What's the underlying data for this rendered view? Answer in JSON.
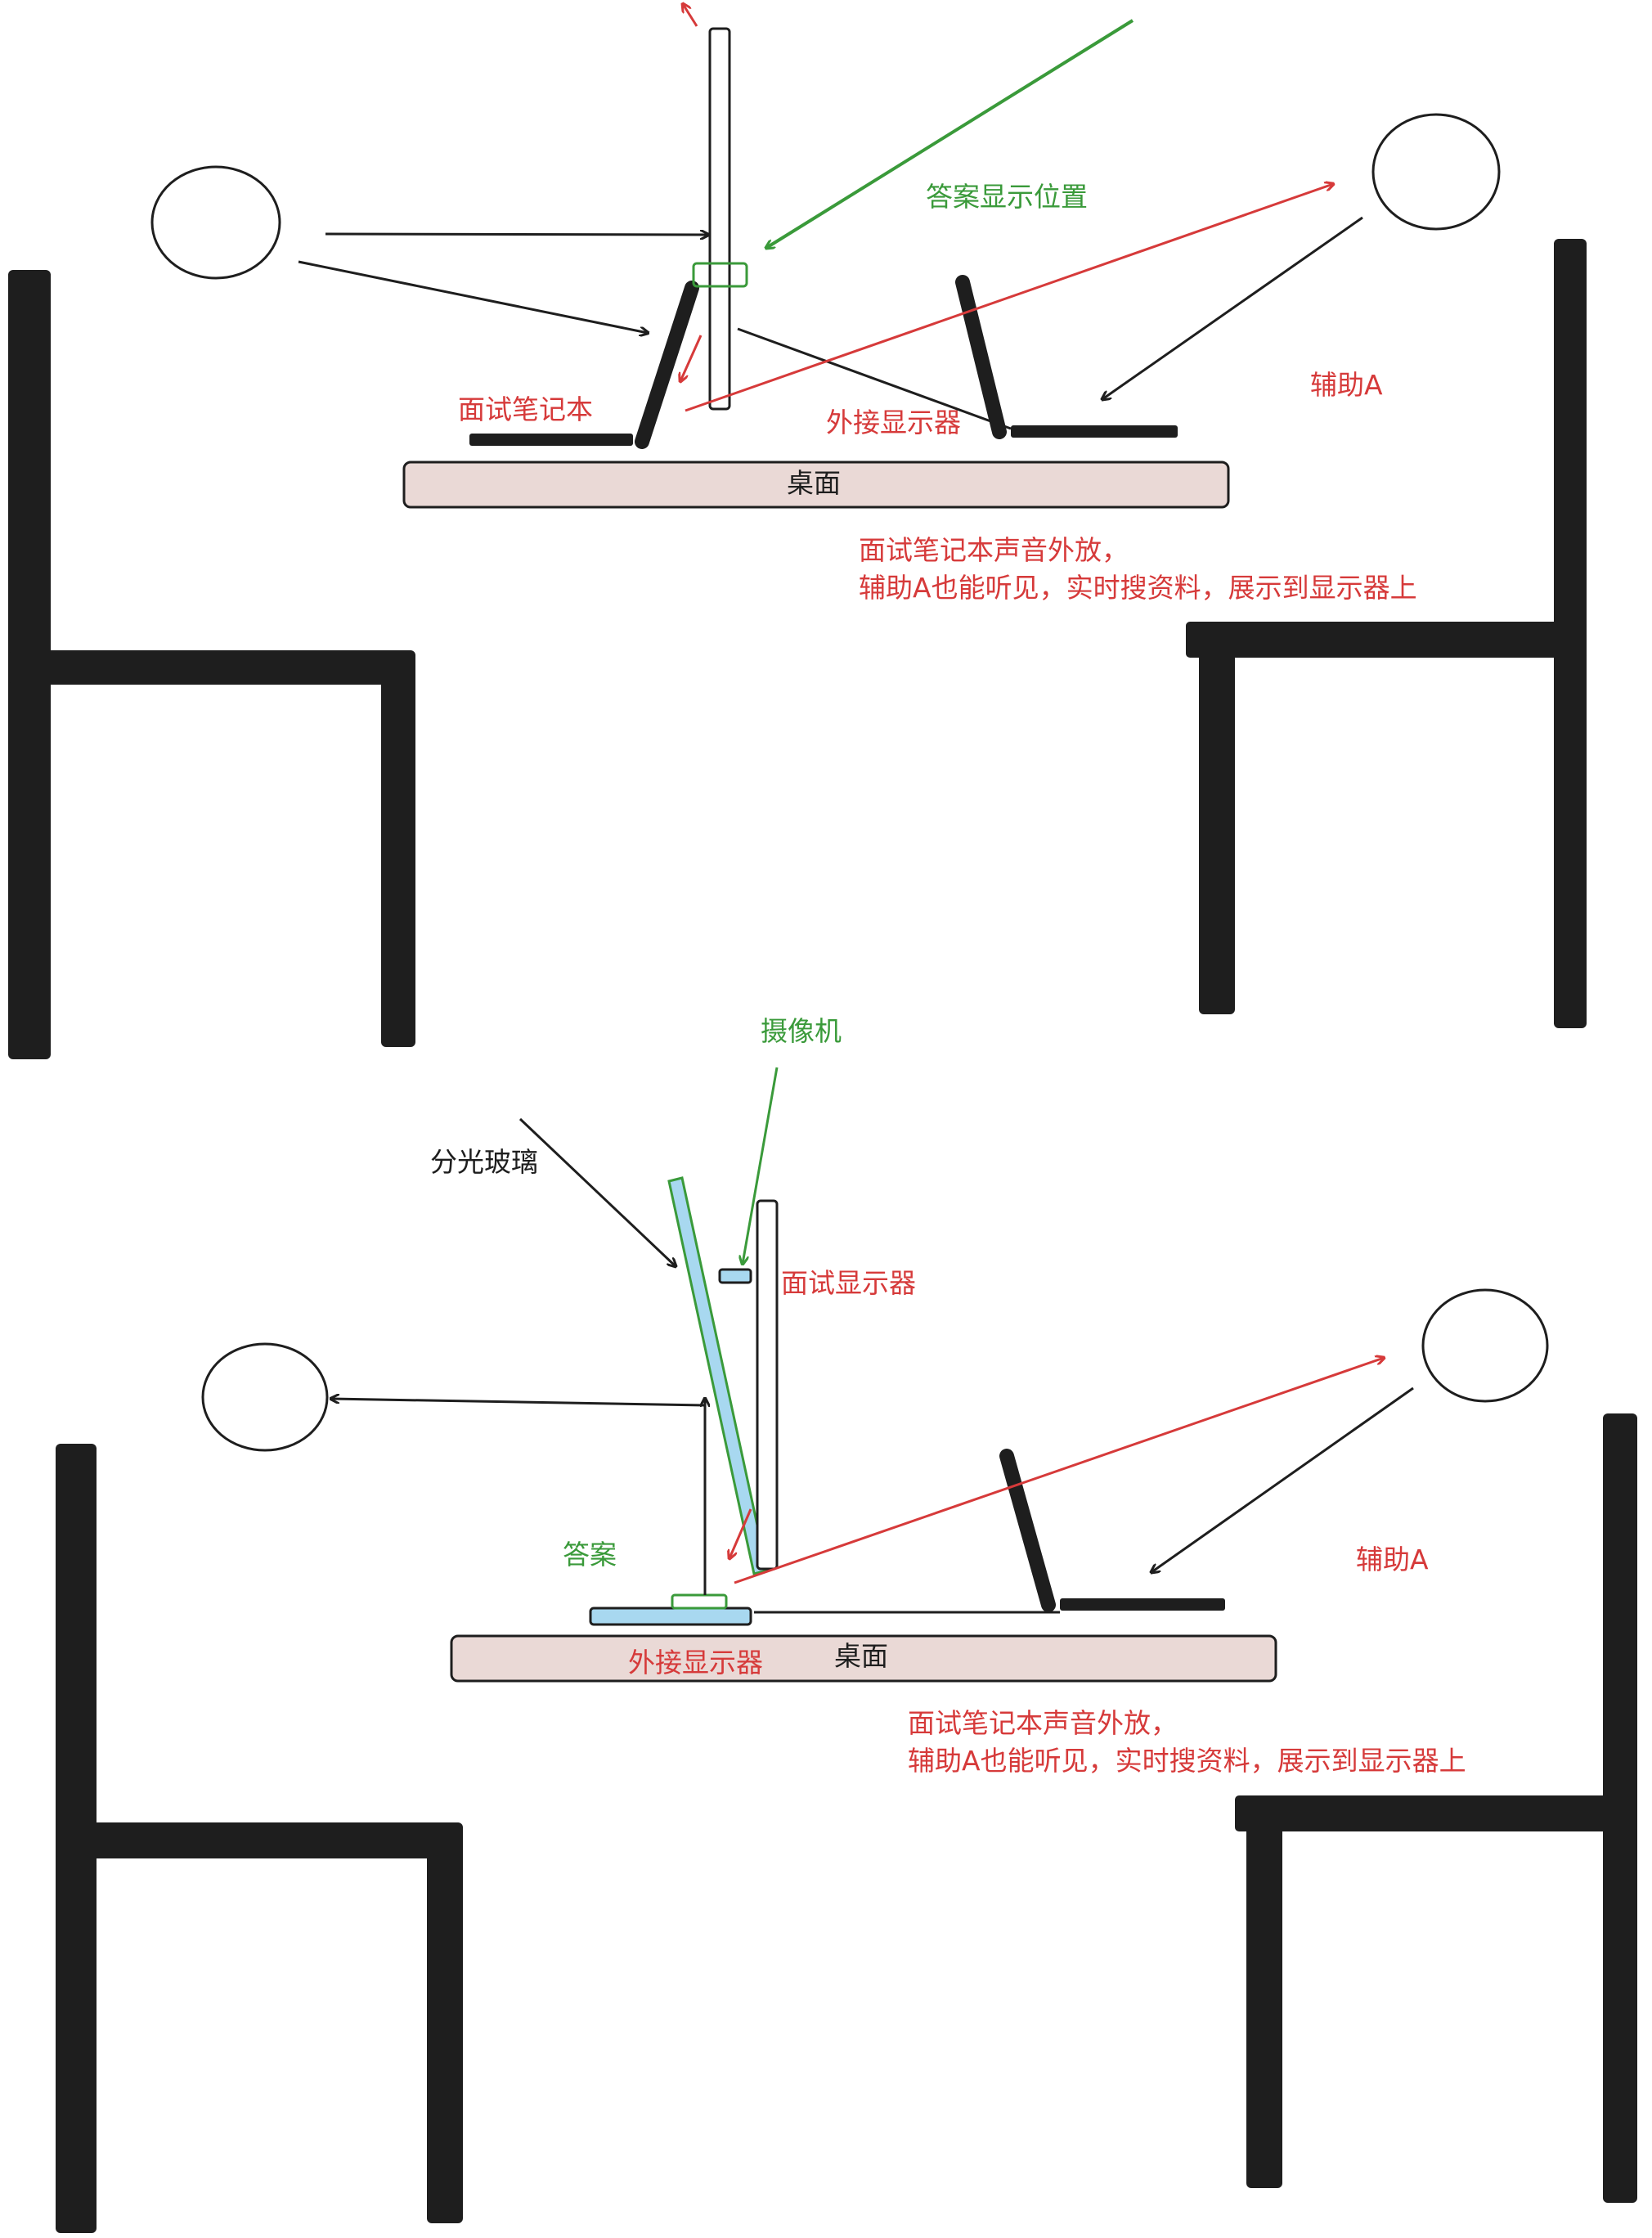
{
  "colors": {
    "red": "#d63a3a",
    "green": "#3a9a3a",
    "black": "#1e1e1e",
    "table_fill": "#ead9d6",
    "glass_fill": "#a8d8f0",
    "glass_edge": "#3a9a3a"
  },
  "top": {
    "answer_position_label": "答案显示位置",
    "laptop_label": "面试笔记本",
    "monitor_label": "外接显示器",
    "assistant_label": "辅助A",
    "table_label": "桌面",
    "note_line1": "面试笔记本声音外放，",
    "note_line2": "辅助A也能听见，实时搜资料，展示到显示器上"
  },
  "bottom": {
    "camera_label": "摄像机",
    "glass_label": "分光玻璃",
    "monitor_label": "面试显示器",
    "answer_label": "答案",
    "assistant_label": "辅助A",
    "external_monitor_label": "外接显示器",
    "table_label": "桌面",
    "note_line1": "面试笔记本声音外放，",
    "note_line2": "辅助A也能听见，实时搜资料，展示到显示器上"
  }
}
